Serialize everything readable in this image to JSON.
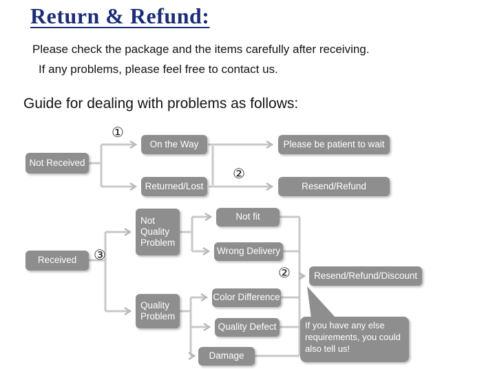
{
  "page": {
    "title": "Return & Refund:",
    "intro_line1": "Please check the package and the items carefully after receiving.",
    "intro_line2": "If any problems, please feel free to contact us.",
    "guide_heading": "Guide for dealing with problems as follows:"
  },
  "flow": {
    "not_received": "Not Received",
    "on_the_way": "On the Way",
    "patient": "Please be patient to wait",
    "returned_lost": "Returned/Lost",
    "resend_refund": "Resend/Refund",
    "received": "Received",
    "not_quality_problem": "Not Quality Problem",
    "not_fit": "Not fit",
    "wrong_delivery": "Wrong Delivery",
    "quality_problem": "Quality Problem",
    "color_difference": "Color Difference",
    "quality_defect": "Quality Defect",
    "damage": "Damage",
    "resend_refund_discount": "Resend/Refund/Discount",
    "bubble_note": "If you have any else requirements, you could also tell us!",
    "num1": "①",
    "num2": "②",
    "num3": "③"
  },
  "colors": {
    "title_blue": "#1c2d78",
    "box_gray": "#8e8e8e",
    "box_text": "#ffffff",
    "connector_gray": "#c8c8c8",
    "background": "#ffffff"
  }
}
